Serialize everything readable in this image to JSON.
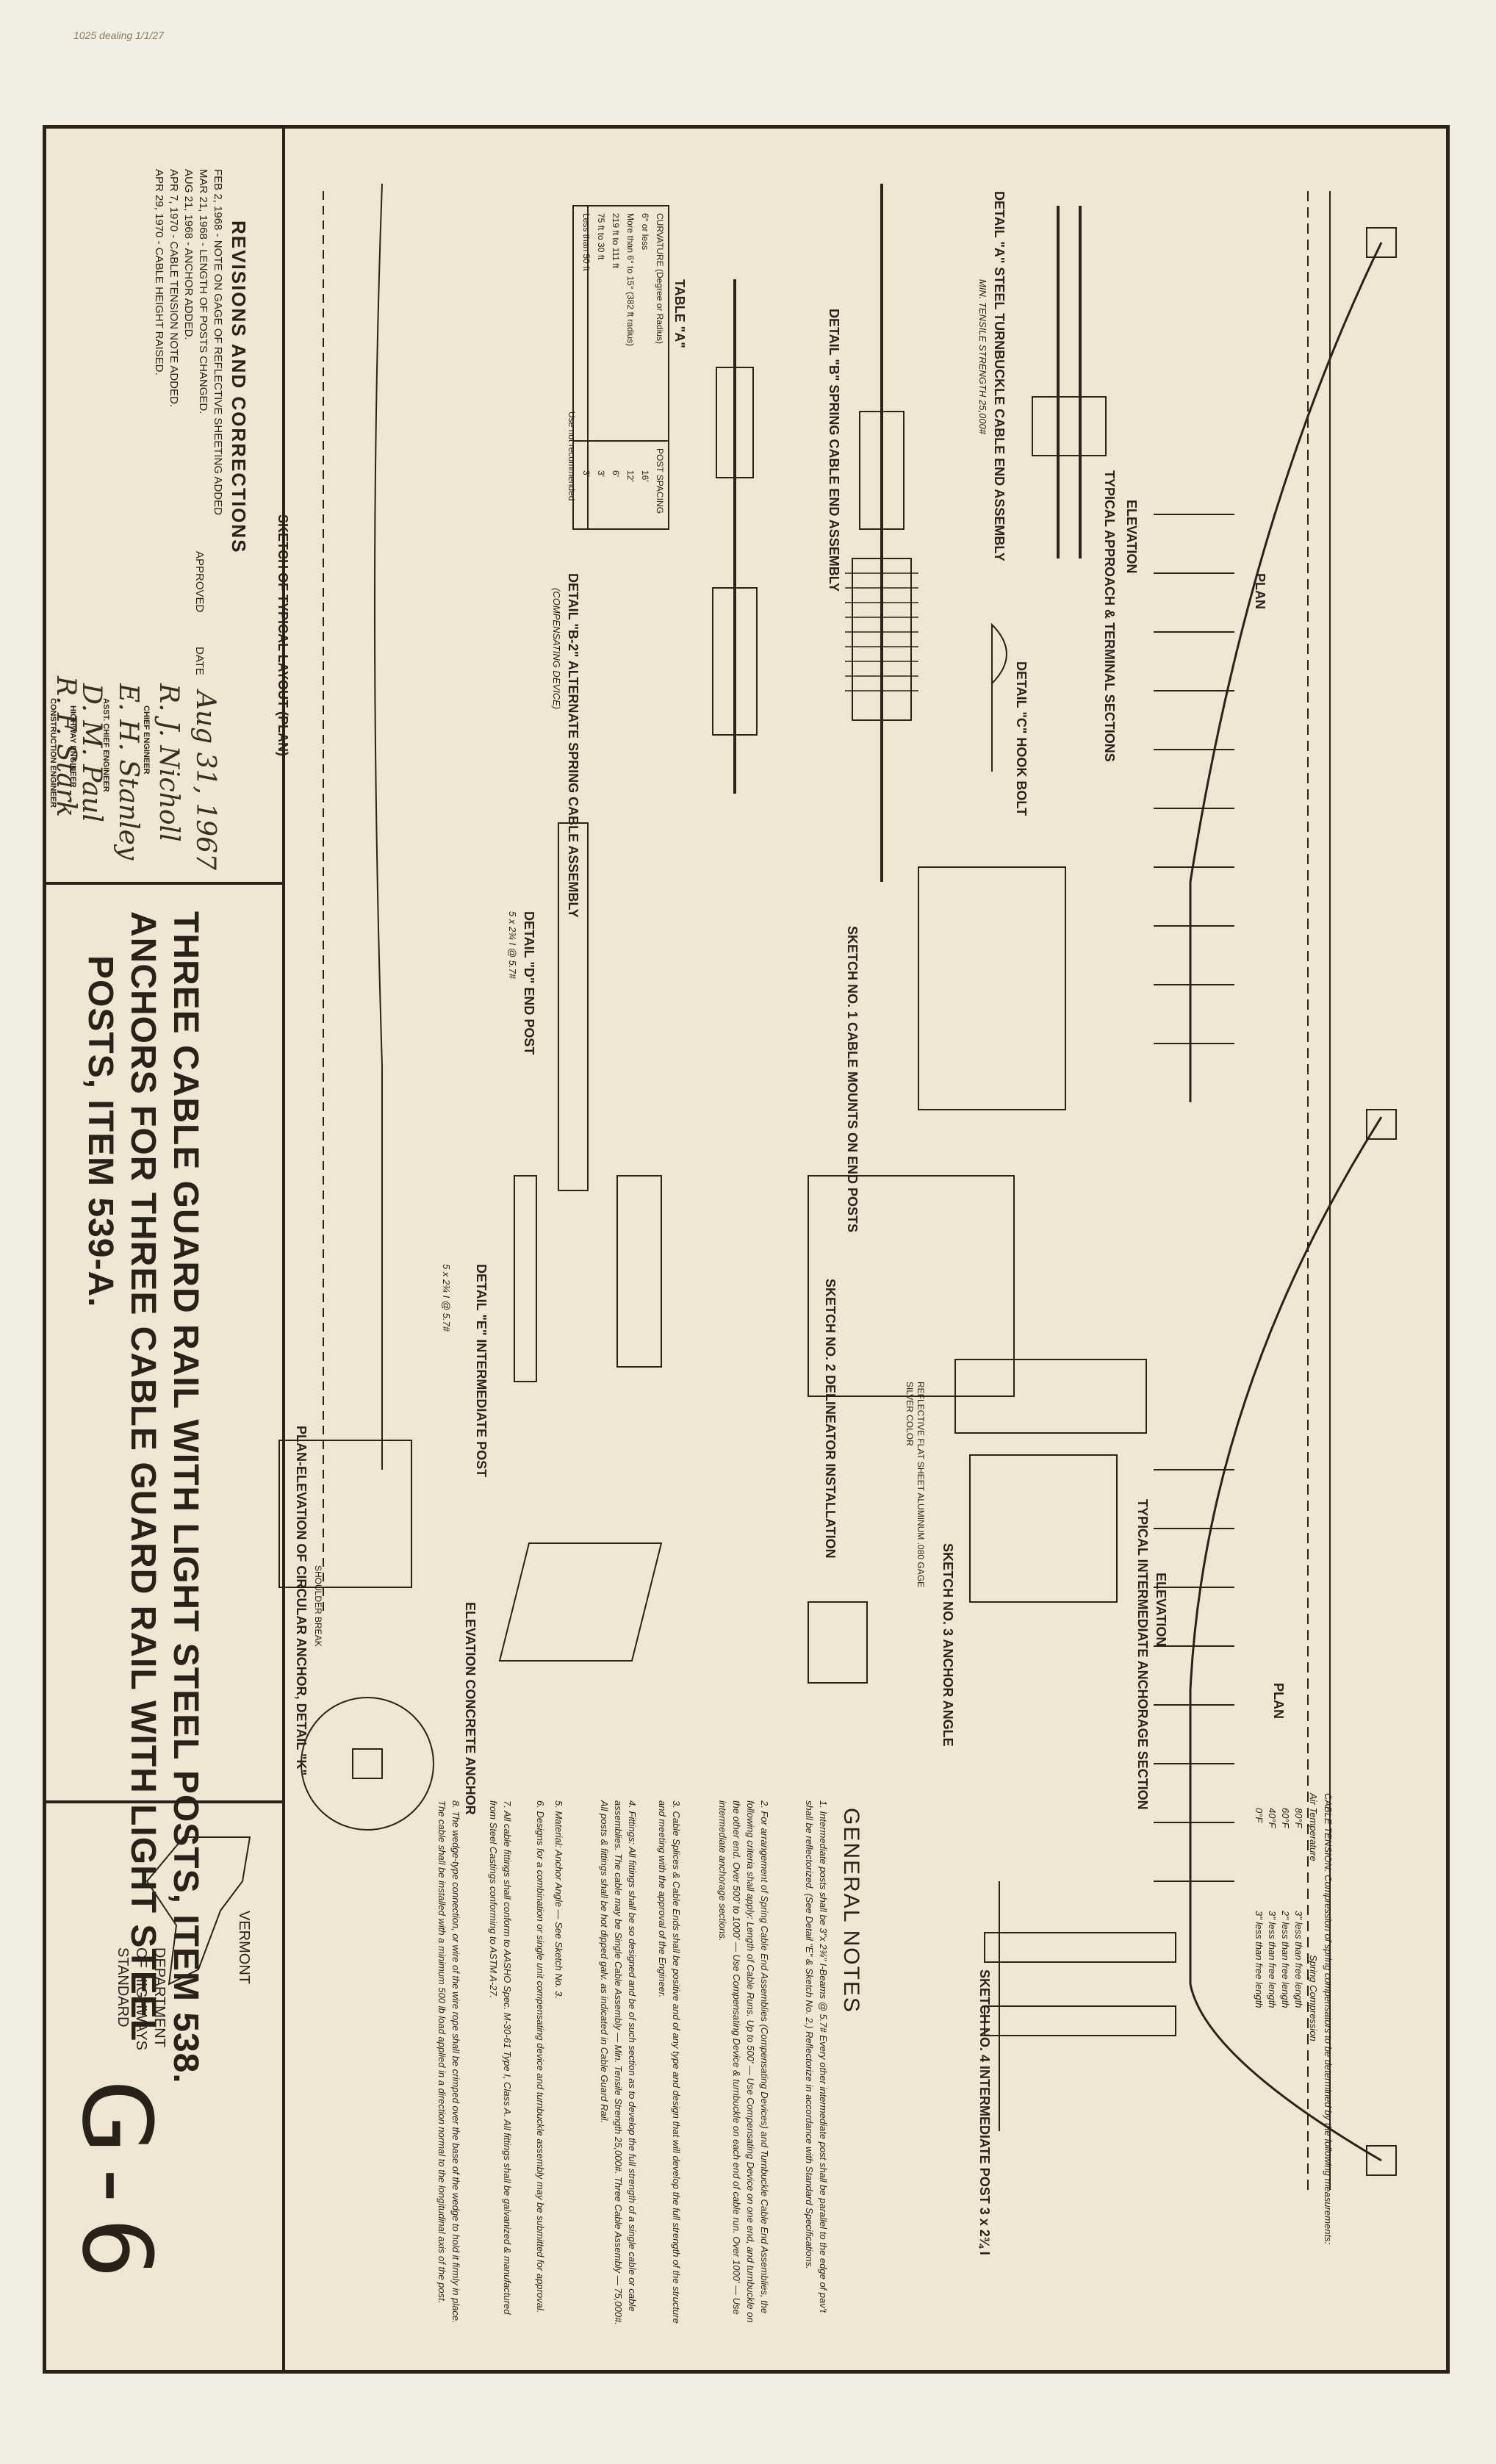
{
  "top_note": "1025 dealing 1/1/27",
  "revisions": {
    "heading": "REVISIONS AND CORRECTIONS",
    "lines": [
      "FEB 2, 1968 - NOTE ON GAGE OF REFLECTIVE SHEETING ADDED",
      "MAR 21, 1968 - LENGTH OF POSTS CHANGED.",
      "AUG 21, 1968 - ANCHOR ADDED.",
      "APR 7, 1970 - CABLE TENSION NOTE ADDED.",
      "APR 29, 1970 - CABLE HEIGHT RAISED."
    ]
  },
  "approval": {
    "approved_label": "APPROVED",
    "date_label": "DATE",
    "date_value": "Aug 31, 1967",
    "signatures": [
      {
        "name": "R. J. Nicholl",
        "title": "CHIEF ENGINEER"
      },
      {
        "name": "E. H. Stanley",
        "title": "ASST. CHIEF ENGINEER"
      },
      {
        "name": "D. M. Paul",
        "title": "HIGHWAY ENGINEER"
      },
      {
        "name": "R. F. Stark",
        "title": "CONSTRUCTION ENGINEER"
      }
    ]
  },
  "title": {
    "line1": "THREE CABLE GUARD RAIL WITH LIGHT STEEL POSTS, ITEM 538.",
    "line2": "ANCHORS FOR THREE CABLE GUARD RAIL WITH LIGHT STEEL",
    "line3": "POSTS, ITEM 539-A."
  },
  "agency": {
    "state": "VERMONT",
    "dept1": "DEPARTMENT",
    "dept2": "OF HIGHWAYS",
    "standard": "STANDARD"
  },
  "sheet_number": "G-6",
  "labels": {
    "elevation_terminal": "ELEVATION",
    "typical_approach": "TYPICAL APPROACH & TERMINAL SECTIONS",
    "plan": "PLAN",
    "elevation_intermediate": "ELEVATION",
    "typical_intermediate": "TYPICAL INTERMEDIATE ANCHORAGE SECTION",
    "plan2": "PLAN",
    "detail_a": "DETAIL \"A\" STEEL TURNBUCKLE CABLE END ASSEMBLY",
    "min_strength": "MIN. TENSILE STRENGTH 25,000#",
    "detail_b": "DETAIL \"B\" SPRING CABLE END ASSEMBLY",
    "detail_b2": "DETAIL \"B-2\" ALTERNATE SPRING CABLE ASSEMBLY",
    "compensating": "(COMPENSATING DEVICE)",
    "detail_c": "DETAIL \"C\" HOOK BOLT",
    "detail_d": "DETAIL \"D\" END POST",
    "end_post_size": "5 x 2¾ I @ 5.7#",
    "detail_e": "DETAIL \"E\" INTERMEDIATE POST",
    "int_post_size": "5 x 2¾ I @ 5.7#",
    "sketch1": "SKETCH NO. 1 CABLE MOUNTS ON END POSTS",
    "sketch2": "SKETCH NO. 2 DELINEATOR INSTALLATION",
    "sketch3": "SKETCH NO. 3 ANCHOR ANGLE",
    "sketch4": "SKETCH NO. 4 INTERMEDIATE POST 3 x 2¾ I",
    "concrete_anchor": "ELEVATION CONCRETE ANCHOR",
    "circular_anchor": "PLAN-ELEVATION OF CIRCULAR ANCHOR, DETAIL \"K\"",
    "typical_layout": "SKETCH OF TYPICAL LAYOUT (PLAN)",
    "shoulder_break": "SHOULDER BREAK",
    "reflective": "REFLECTIVE FLAT SHEET ALUMINUM .080 GAGE",
    "silver": "SILVER COLOR"
  },
  "table_a": {
    "title": "TABLE \"A\"",
    "head_left": "CURVATURE (Degree or Radius)",
    "head_right": "POST SPACING",
    "rows": [
      [
        "6° or less",
        "16'"
      ],
      [
        "More than 6° to 15° (382 ft radius)",
        "12'"
      ],
      [
        "219 ft to 111 ft",
        "6'"
      ],
      [
        "75 ft to 30 ft",
        "3'"
      ],
      [
        "Less than 50 ft",
        "3'"
      ]
    ],
    "footer": "Use not recommended"
  },
  "cable_tension": {
    "heading": "CABLE TENSION: Compression of spring compensators to be determined by the following measurements:",
    "air_temp": "Air Temperature",
    "rows": [
      [
        "80°F",
        "3\" less than free length"
      ],
      [
        "60°F",
        "2\" less than free length"
      ],
      [
        "40°F",
        "3\" less than free length"
      ],
      [
        "0°F",
        "3\" less than free length"
      ]
    ],
    "spring_comp": "Spring Compression"
  },
  "general_notes": {
    "heading": "GENERAL NOTES",
    "notes": [
      "1. Intermediate posts shall be 3\"x 2¾\" I-Beams @ 5.7# Every other intermediate post shall be parallel to the edge of pav't shall be reflectorized. (See Detail \"E\" & Sketch No. 2.) Reflectorize in accordance with Standard Specifications.",
      "2. For arrangement of Spring Cable End Assemblies (Compensating Devices) and Turnbuckle Cable End Assemblies, the following criteria shall apply: Length of Cable Runs. Up to 500' — Use Compensating Device on one end, and turnbuckle on the other end. Over 500' to 1000' — Use Compensating Device & turnbuckle on each end of cable run. Over 1000' — Use intermediate anchorage sections.",
      "3. Cable Splices & Cable Ends shall be positive and of any type and design that will develop the full strength of the structure and meeting with the approval of the Engineer.",
      "4. Fittings: All fittings shall be so designed and be of such section as to develop the full strength of a single cable or cable assemblies. The cable may be Single Cable Assembly — Min. Tensile Strength 25,000#. Three Cable Assembly — 75,000#. All posts & fittings shall be hot dipped galv. as indicated in Cable Guard Rail.",
      "5. Material: Anchor Angle — See Sketch No. 3.",
      "6. Designs for a combination or single unit compensating device and turnbuckle assembly may be submitted for approval.",
      "7. All cable fittings shall conform to AASHO Spec. M-30-61 Type I, Class A. All fittings shall be galvanized & manufactured from Steel Castings conforming to ASTM A-27.",
      "8. The wedge-type connection, or wire of the wire rope shall be crimped over the base of the wedge to hold it firmly in place. The cable shall be installed with a minimum 500 lb load applied in a direction normal to the longitudinal axis of the post."
    ]
  }
}
